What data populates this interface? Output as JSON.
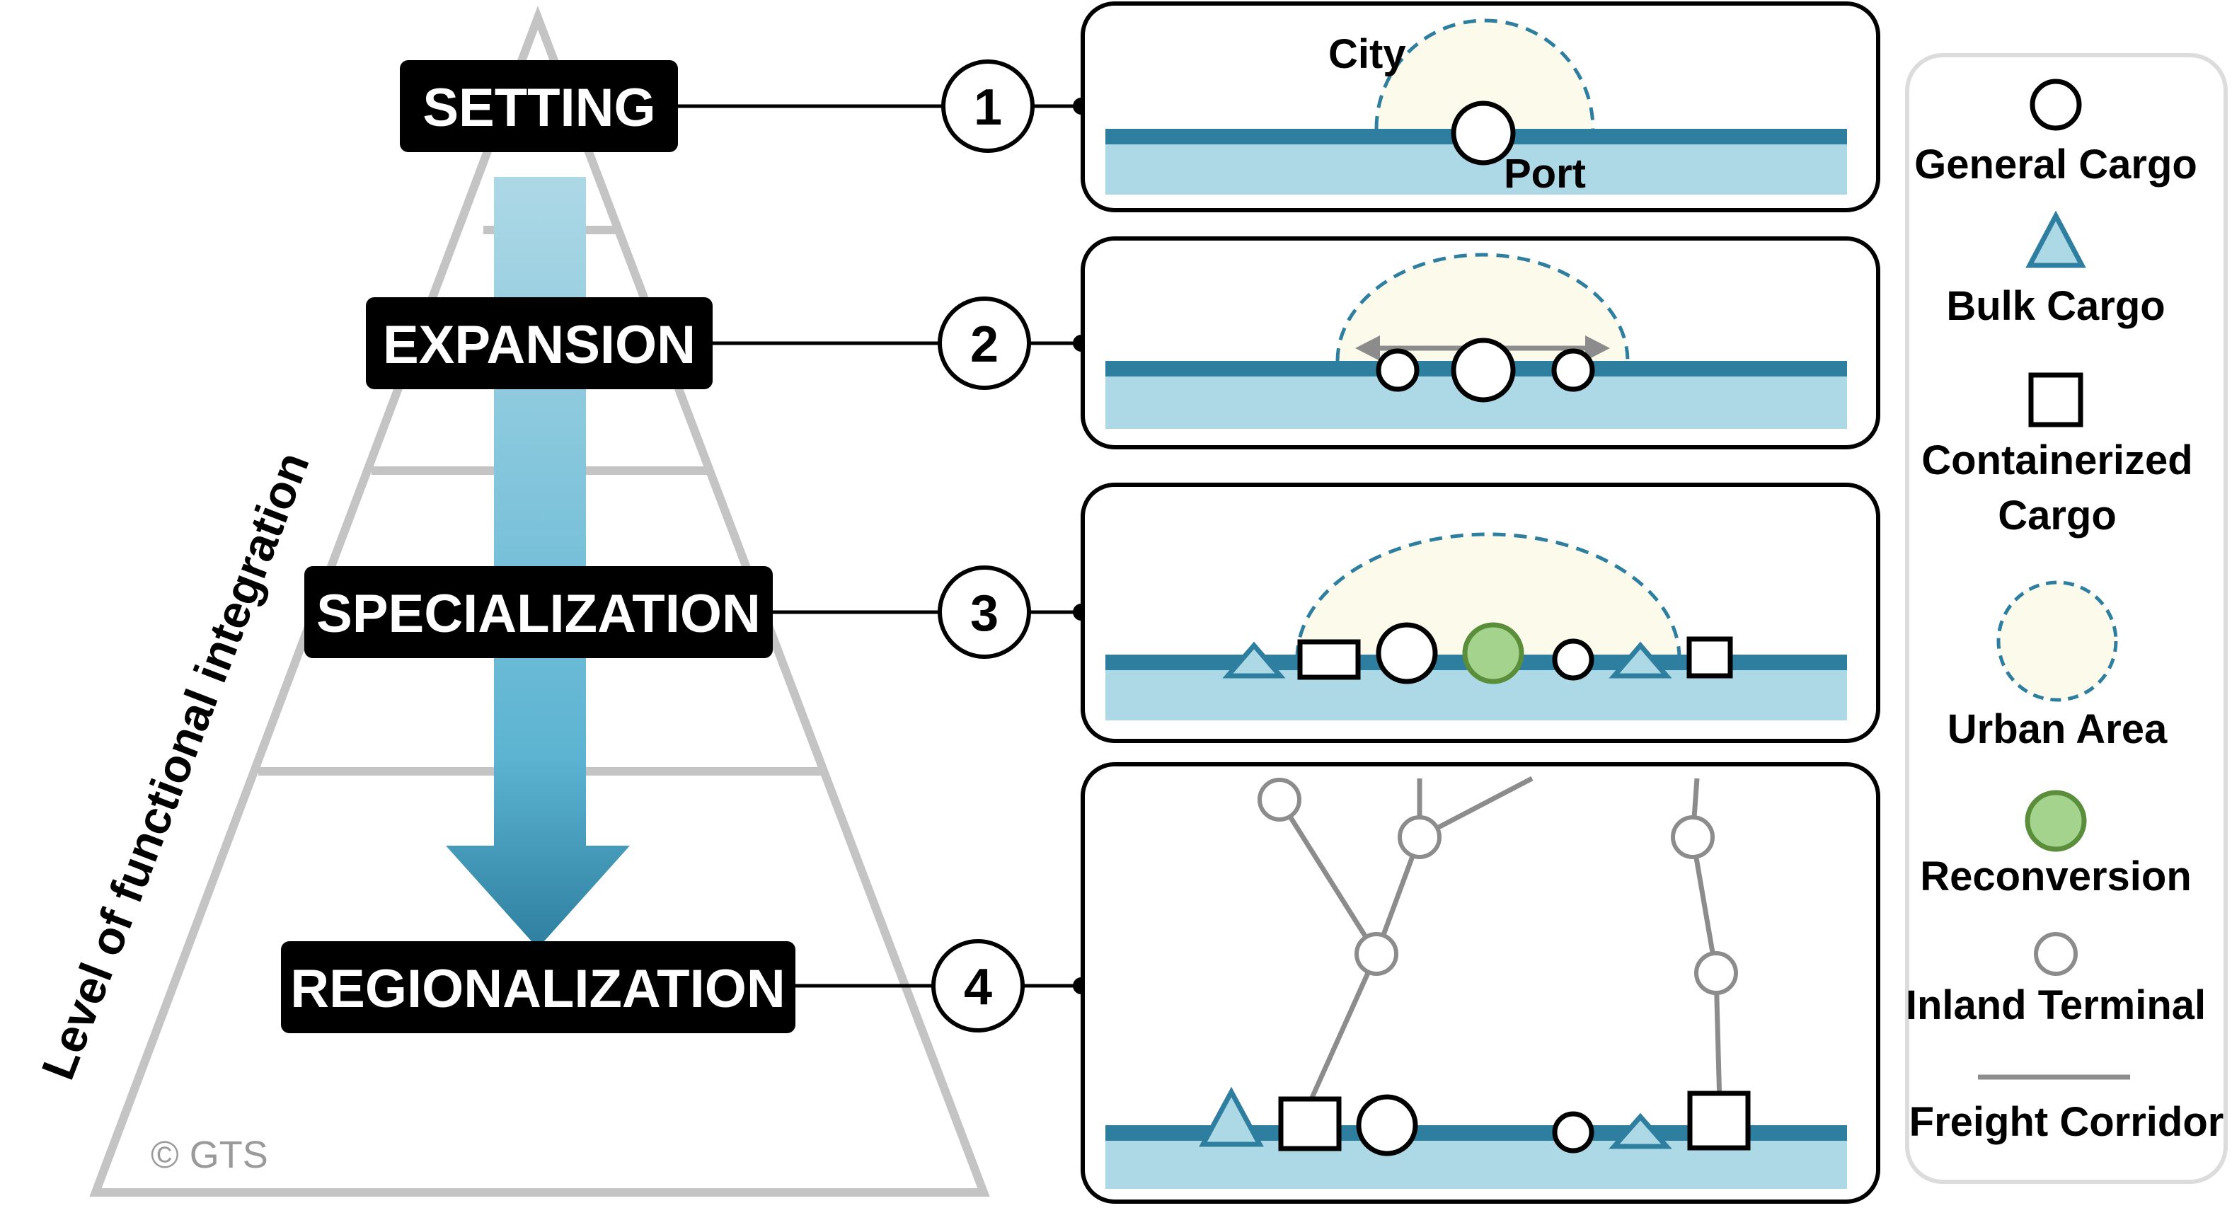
{
  "stages": [
    {
      "label": "SETTING",
      "number": "1"
    },
    {
      "label": "EXPANSION",
      "number": "2"
    },
    {
      "label": "SPECIALIZATION",
      "number": "3"
    },
    {
      "label": "REGIONALIZATION",
      "number": "4"
    }
  ],
  "axis_label": "Level of functional integration",
  "copyright": "© GTS",
  "panel1": {
    "city_label": "City",
    "port_label": "Port"
  },
  "legend": {
    "general_cargo": "General Cargo",
    "bulk_cargo": "Bulk Cargo",
    "containerized_line1": "Containerized",
    "containerized_line2": "Cargo",
    "urban_area": "Urban Area",
    "reconversion": "Reconversion",
    "inland_terminal": "Inland Terminal",
    "freight_corridor": "Freight Corridor"
  },
  "colors": {
    "water": "#add8e6",
    "shoreline": "#2e7f9f",
    "urban_fill": "#fbfaeb",
    "urban_border": "#2e7f9f",
    "reconversion": "#a3d38d",
    "corridor": "#8c8c8c",
    "arrow": "#5cb4d2",
    "label_box": "#000000",
    "pyramid": "#c4c4c4"
  }
}
